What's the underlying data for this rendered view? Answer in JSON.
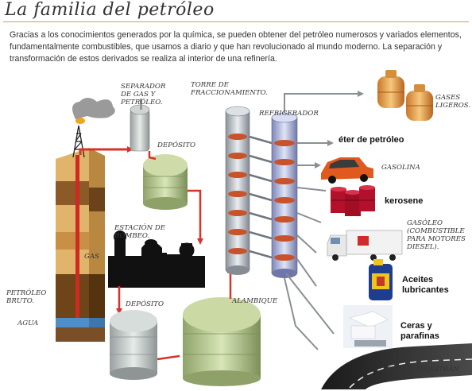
{
  "header": {
    "title": "La familia del petróleo",
    "intro": "Gracias a los conocimientos generados por la química, se pueden obtener del petróleo numerosos y variados elementos, fundamentalmente combustibles, que usamos a diario y que han revolucionado al mundo moderno. La separación y transformación de estos derivados se realiza al interior de una refinería."
  },
  "labels": {
    "separador": "Separador de gas y petróleo.",
    "torre": "Torre de fraccionamiento.",
    "refrigerador": "Refrigerador",
    "gases": "Gases ligeros.",
    "deposito_top": "Depósito",
    "estacion": "Estación de bombeo.",
    "gas": "Gas",
    "petroleo_bruto": "Petróleo bruto.",
    "agua": "Agua",
    "deposito_bottom": "Depósito",
    "alambique": "Alambique",
    "gasolina": "Gasolina",
    "gasoleo": "Gasóleo (combustible para motores diesel).",
    "brea": "Brea y alquitrán"
  },
  "products": {
    "eter": "éter de petróleo",
    "kerosene": "kerosene",
    "aceites": "Aceites lubricantes",
    "ceras": "Ceras y parafinas"
  },
  "colors": {
    "pipe": "#d6332a",
    "rock_light": "#d9a95c",
    "rock_dark": "#7a4a1e",
    "water": "#4f8fc9",
    "tank_green": "#b5c98a"
  }
}
